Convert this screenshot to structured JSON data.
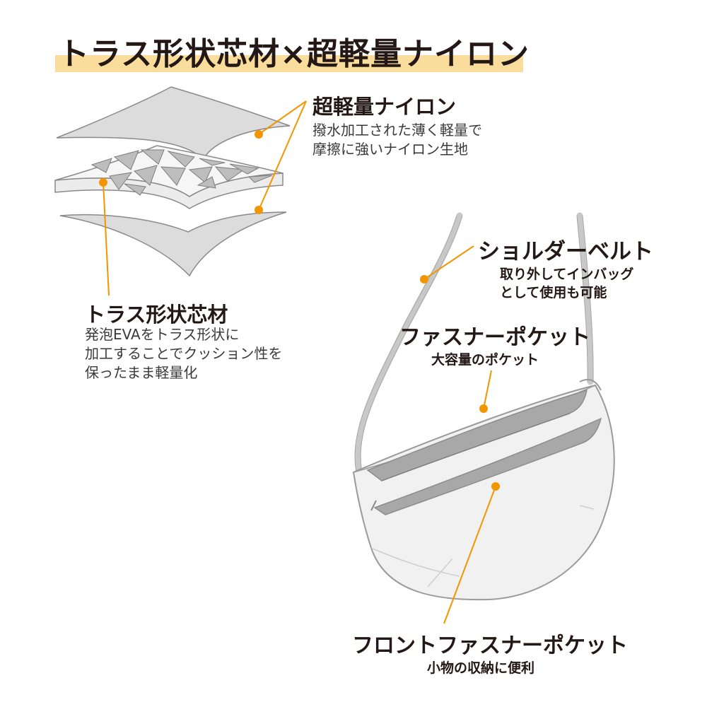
{
  "title": "トラス形状芯材×超軽量ナイロン",
  "colors": {
    "accent": "#f29600",
    "highlight": "#fadc9c",
    "text": "#231815",
    "line": "#c8c8c8"
  },
  "callouts": {
    "nylon": {
      "heading": "超軽量ナイロン",
      "lines": [
        "撥水加工された薄く軽量で",
        "摩擦に強いナイロン生地"
      ]
    },
    "truss": {
      "heading": "トラス形状芯材",
      "lines": [
        "発泡EVAをトラス形状に",
        "加工することでクッション性を",
        "保ったまま軽量化"
      ]
    },
    "shoulder": {
      "heading": "ショルダーベルト",
      "lines": [
        "取り外してインバッグ",
        "として使用も可能"
      ]
    },
    "pocket": {
      "heading": "ファスナーポケット",
      "lines": [
        "大容量のポケット"
      ]
    },
    "front": {
      "heading": "フロントファスナーポケット",
      "lines": [
        "小物の収納に便利"
      ]
    }
  }
}
